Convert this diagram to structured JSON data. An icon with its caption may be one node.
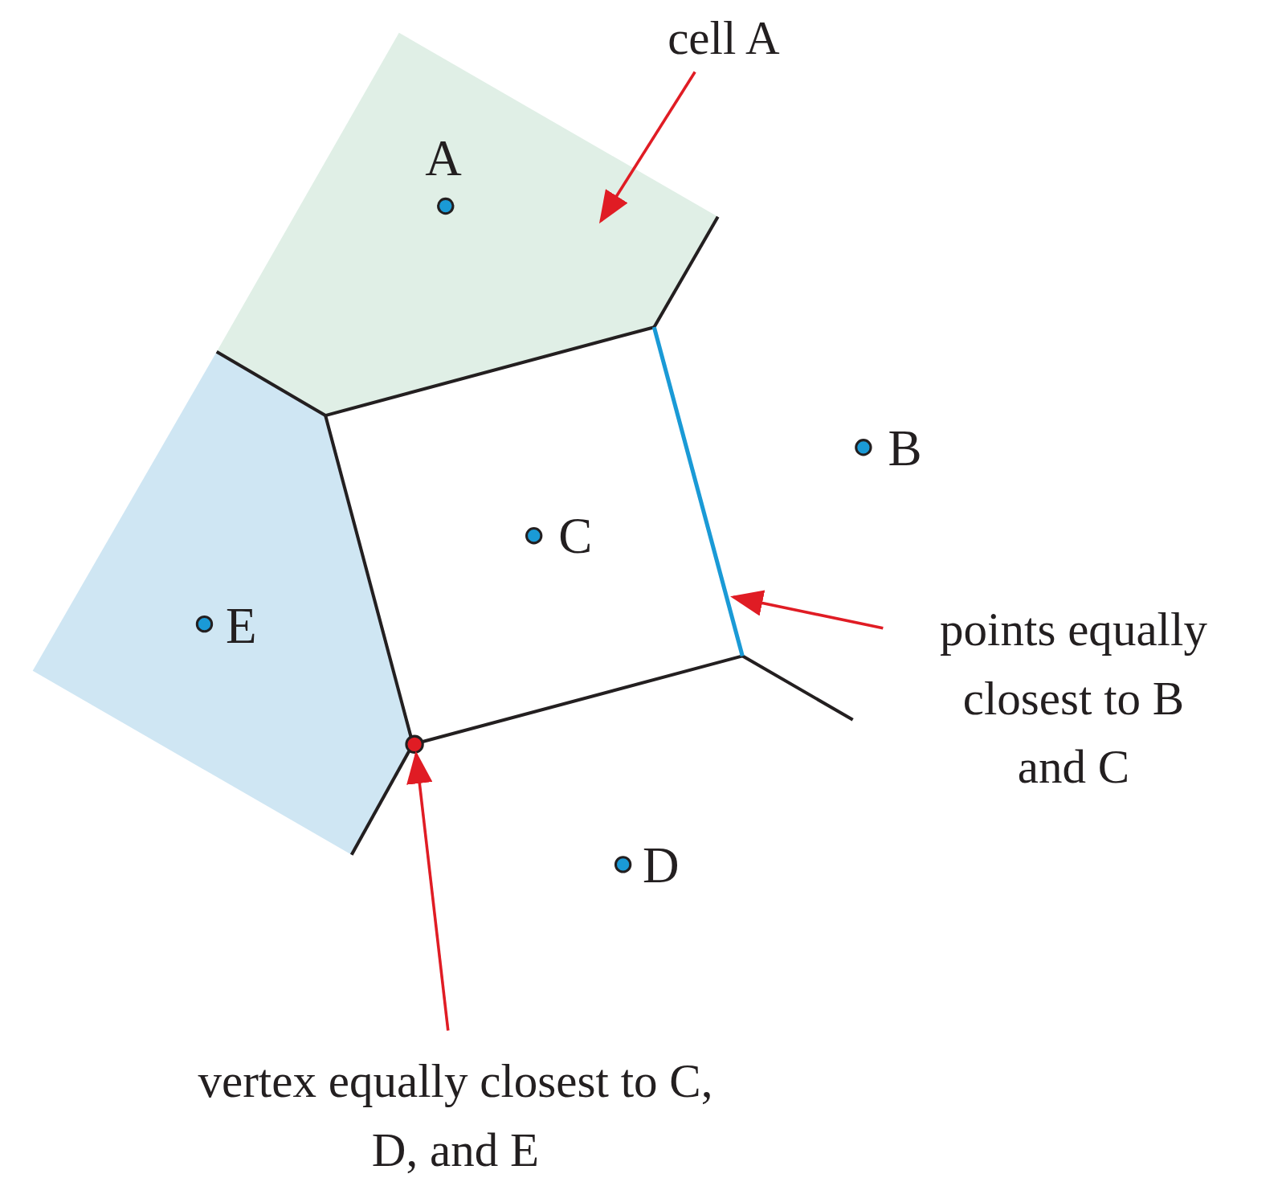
{
  "diagram": {
    "nodes": [
      {
        "text": [
          "cell A"
        ]
      },
      {
        "text": [],
        "shape": "picture"
      },
      {
        "text": [
          "points equally closest to B and C"
        ]
      },
      {
        "text": [],
        "shape": "picture"
      },
      {
        "text": [
          "vertex equally closest to C, D, and E"
        ]
      },
      {
        "text": [],
        "shape": "circle"
      }
    ],
    "edges": [
      {
        "from": 0,
        "to": 1,
        "arrow": "to"
      },
      {
        "from": 2,
        "to": 3,
        "arrow": "to"
      },
      {
        "from": 4,
        "to": 5,
        "arrow": "to"
      }
    ],
    "labels": [
      "A",
      "B",
      "C",
      "E",
      "D"
    ]
  }
}
